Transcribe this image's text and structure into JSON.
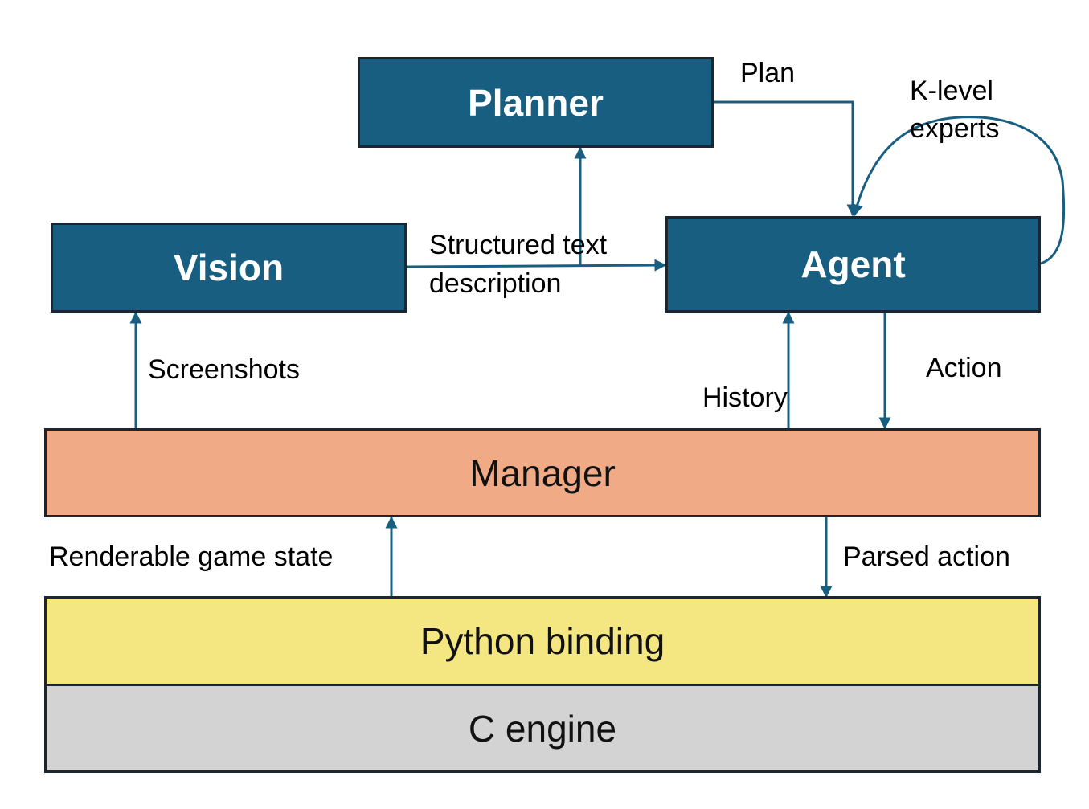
{
  "nodes": {
    "planner": "Planner",
    "vision": "Vision",
    "agent": "Agent",
    "manager": "Manager",
    "python_binding": "Python binding",
    "c_engine": "C engine"
  },
  "edges": {
    "plan": "Plan",
    "k_level_line1": "K-level",
    "k_level_line2": "experts",
    "structured_line1": "Structured text",
    "structured_line2": "description",
    "screenshots": "Screenshots",
    "history": "History",
    "action": "Action",
    "renderable": "Renderable game state",
    "parsed_action": "Parsed action"
  },
  "colors": {
    "module_fill": "#175e80",
    "manager_fill": "#f0aa85",
    "binding_fill": "#f4e680",
    "engine_fill": "#d3d3d3",
    "arrow": "#175e80",
    "border": "#1b2631"
  }
}
